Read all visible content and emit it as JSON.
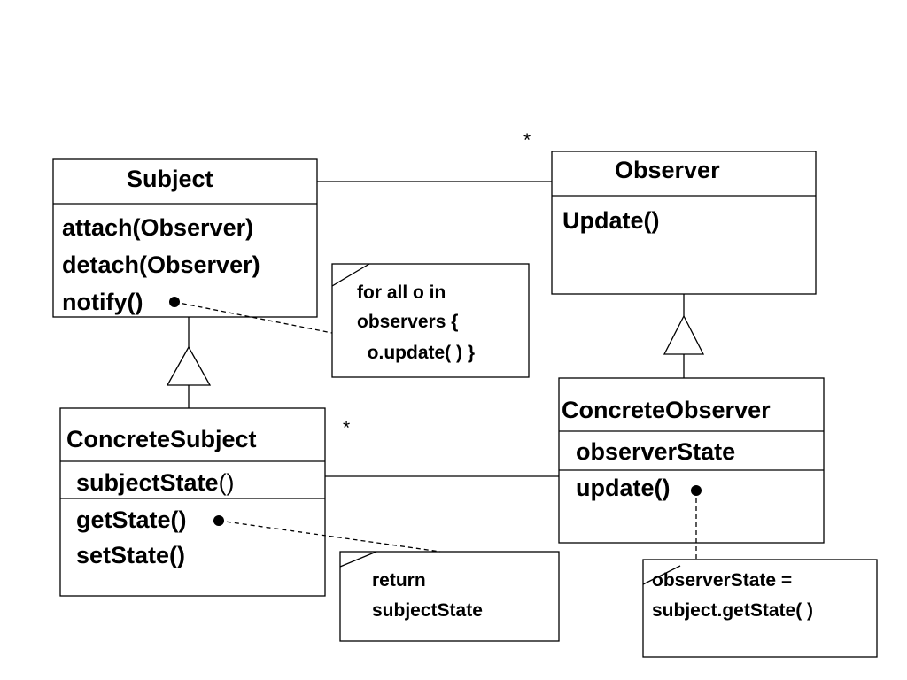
{
  "subject": {
    "name": "Subject",
    "operations": [
      "attach(Observer)",
      "detach(Observer)",
      "notify()"
    ]
  },
  "observer": {
    "name": "Observer",
    "operations": [
      "Update()"
    ]
  },
  "concrete_subject": {
    "name": "ConcreteSubject",
    "attribute_name": "subjectState",
    "attribute_suffix": "()",
    "operations": [
      "getState()",
      "setState()"
    ]
  },
  "concrete_observer": {
    "name": "ConcreteObserver",
    "attribute": "observerState",
    "operations": [
      "update()"
    ]
  },
  "notes": {
    "notify_note": [
      "for all o in",
      "observers {",
      "  o.update( ) }"
    ],
    "getstate_note": [
      "return",
      "subjectState"
    ],
    "update_note": [
      "observerState =",
      "subject.getState( )"
    ]
  },
  "multiplicity": {
    "subject_observer": "*",
    "concrete_association": "*"
  }
}
